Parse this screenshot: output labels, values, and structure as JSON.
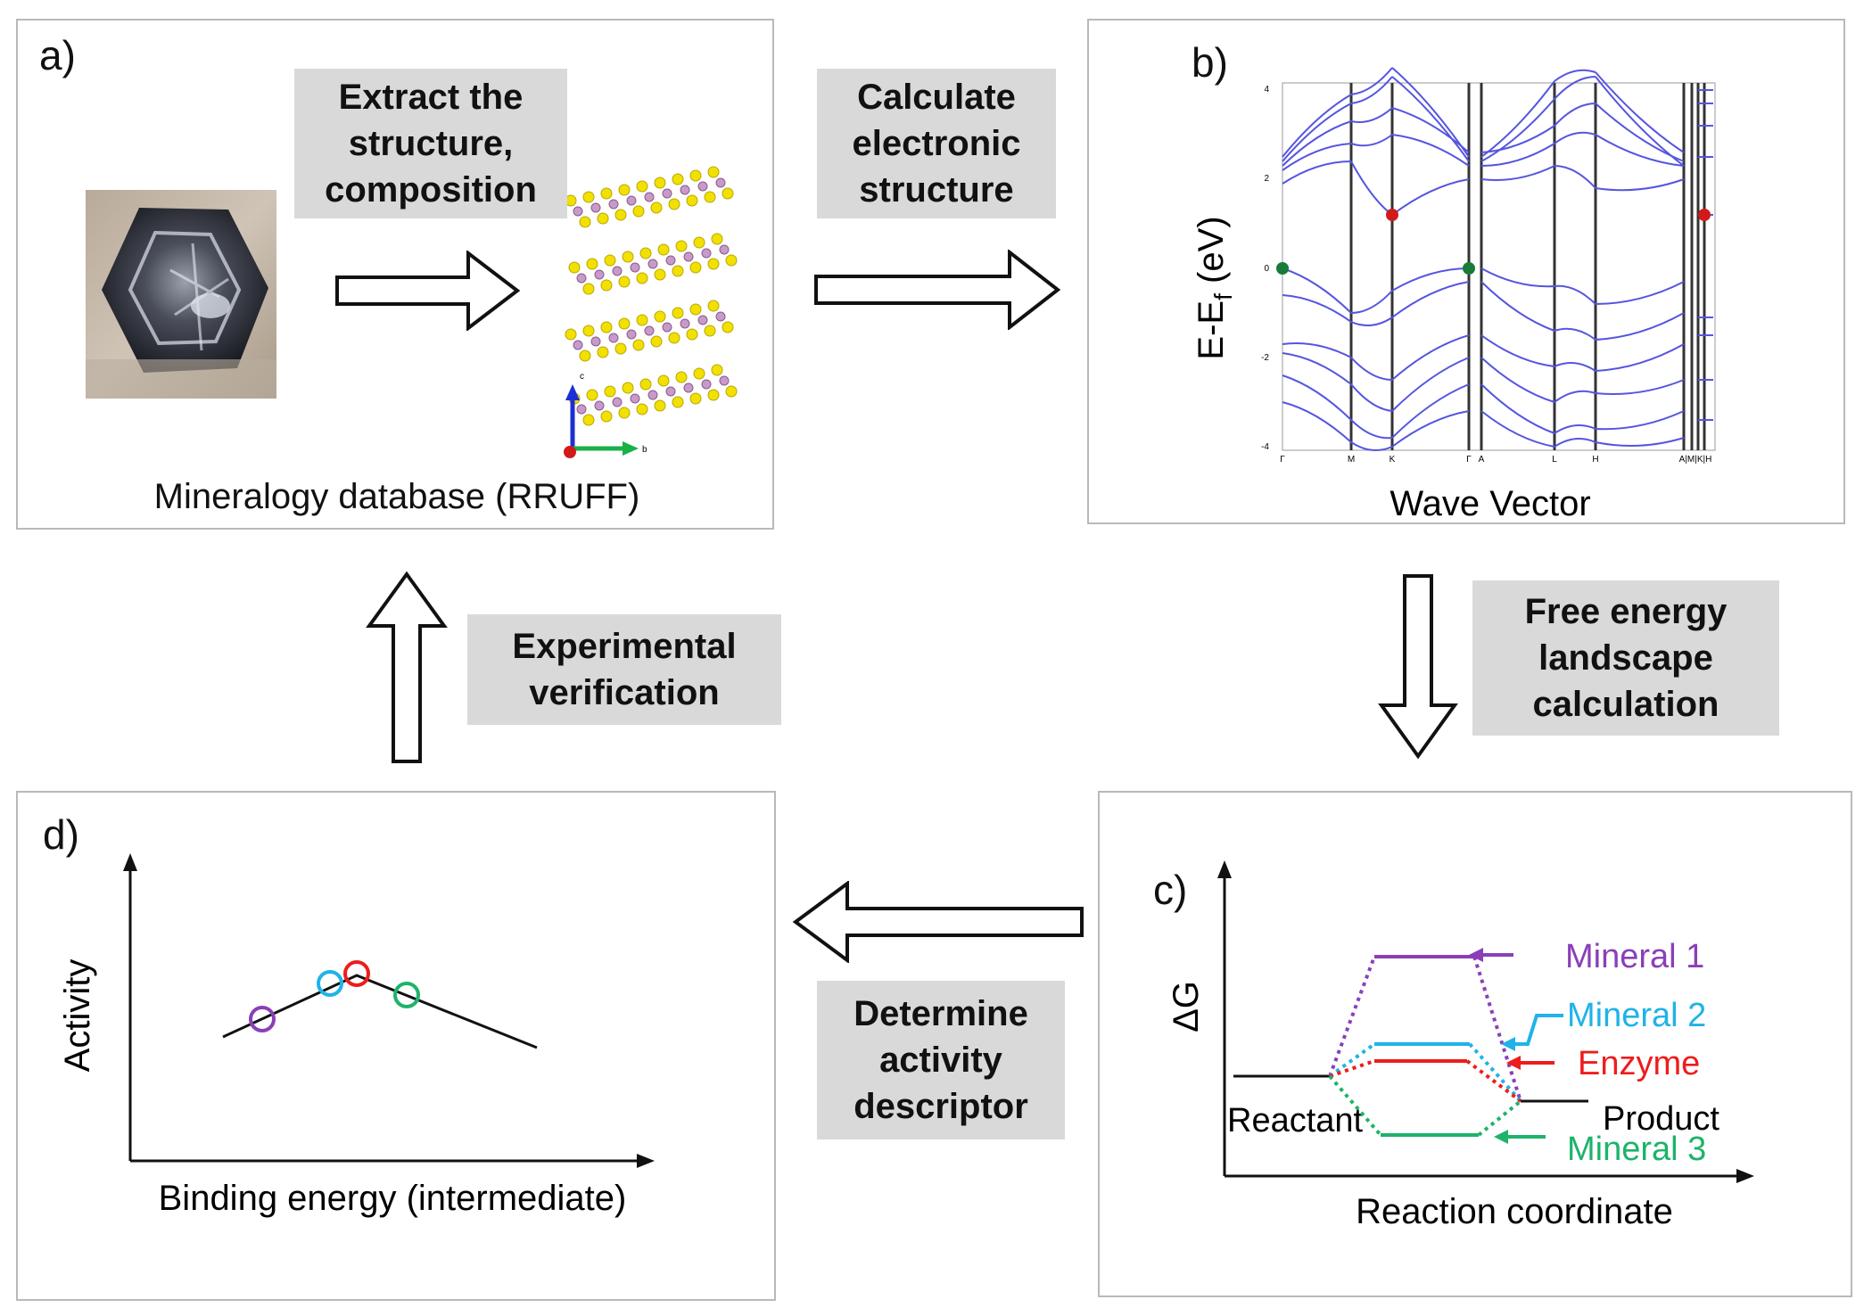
{
  "panel_a": {
    "label": "a)",
    "caption": "Mineralogy database (RRUFF)",
    "axis_labels": [
      "c",
      "b"
    ]
  },
  "panel_b": {
    "label": "b)",
    "ylabel": "E-E",
    "ylabel_sub": "f",
    "ylabel_unit": " (eV)",
    "xlabel": "Wave Vector",
    "yticks": [
      "4",
      "2",
      "0",
      "-2",
      "-4"
    ],
    "kpoints": [
      "Γ",
      "M",
      "K",
      "Γ",
      "A",
      "L",
      "H",
      "A|M|K|H"
    ]
  },
  "panel_c": {
    "label": "c)",
    "ylabel": "ΔG",
    "xlabel": "Reaction coordinate",
    "reactant": "Reactant",
    "product": "Product",
    "series": [
      {
        "name": "Mineral 1",
        "color": "#8a3fb8"
      },
      {
        "name": "Mineral 2",
        "color": "#1fb3e8"
      },
      {
        "name": "Enzyme",
        "color": "#ee1c1c"
      },
      {
        "name": "Mineral 3",
        "color": "#1db36a"
      }
    ]
  },
  "panel_d": {
    "label": "d)",
    "ylabel": "Activity",
    "xlabel": "Binding energy (intermediate)"
  },
  "steps": {
    "extract": [
      "Extract the",
      "structure,",
      "composition"
    ],
    "calculate": [
      "Calculate",
      "electronic",
      "structure"
    ],
    "free_energy": [
      "Free energy",
      "landscape",
      "calculation"
    ],
    "descriptor": [
      "Determine",
      "activity",
      "descriptor"
    ],
    "verification": [
      "Experimental",
      "verification"
    ]
  },
  "colors": {
    "band": "#5555e0",
    "vbm": "#1a7a3a",
    "cbm": "#d11a1a",
    "mineral1": "#8a3fb8",
    "mineral2": "#1fb3e8",
    "enzyme": "#ee1c1c",
    "mineral3": "#1db36a"
  }
}
